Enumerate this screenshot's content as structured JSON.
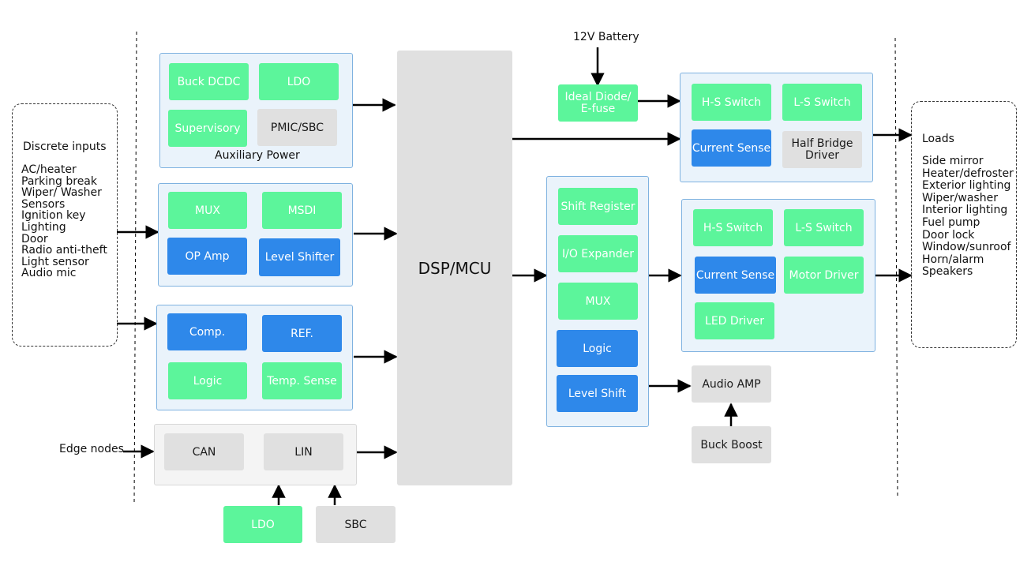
{
  "inputs": {
    "heading": "Discrete inputs",
    "items": [
      "AC/heater",
      "Parking break",
      "Wiper/ Washer",
      "Sensors",
      "Ignition key",
      "Lighting",
      "Door",
      "Radio anti-theft",
      "Light sensor",
      "Audio mic"
    ]
  },
  "edge_nodes": "Edge nodes",
  "aux_power": {
    "label": "Auxiliary Power",
    "buck_dcdc": "Buck DCDC",
    "ldo": "LDO",
    "supervisory": "Supervisory",
    "pmic_sbc": "PMIC/SBC"
  },
  "signal": {
    "mux": "MUX",
    "msdi": "MSDI",
    "op_amp": "OP Amp",
    "level_shifter": "Level Shifter"
  },
  "compare": {
    "comp": "Comp.",
    "ref": "REF.",
    "logic": "Logic",
    "temp_sense": "Temp. Sense"
  },
  "bus": {
    "can": "CAN",
    "lin": "LIN"
  },
  "bottom": {
    "ldo": "LDO",
    "sbc": "SBC"
  },
  "mcu": "DSP/MCU",
  "battery": "12V Battery",
  "ideal_diode": [
    "Ideal Diode/",
    "E-fuse"
  ],
  "switch_top": {
    "hs": "H-S Switch",
    "ls": "L-S Switch",
    "current_sense": "Current Sense",
    "half_bridge": [
      "Half Bridge",
      "Driver"
    ]
  },
  "io": {
    "shift_register": "Shift Register",
    "io_expander": "I/O Expander",
    "mux": "MUX",
    "logic": "Logic",
    "level_shift": "Level Shift"
  },
  "switch_mid": {
    "hs": "H-S Switch",
    "ls": "L-S Switch",
    "current_sense": "Current Sense",
    "motor_driver": "Motor Driver",
    "led_driver": "LED Driver"
  },
  "audio_amp": "Audio AMP",
  "buck_boost": "Buck Boost",
  "loads": {
    "heading": "Loads",
    "items": [
      "Side mirror",
      "Heater/defroster",
      "Exterior lighting",
      "Wiper/washer",
      "Interior lighting",
      "Fuel pump",
      "Door lock",
      "Window/sunroof",
      "Horn/alarm",
      "Speakers"
    ]
  },
  "colors": {
    "green": "#5cf59b",
    "blue": "#2e88ea",
    "gray": "#e0e0e0",
    "panel": "#eaf3fb",
    "panel_border": "#7fb2e0"
  }
}
